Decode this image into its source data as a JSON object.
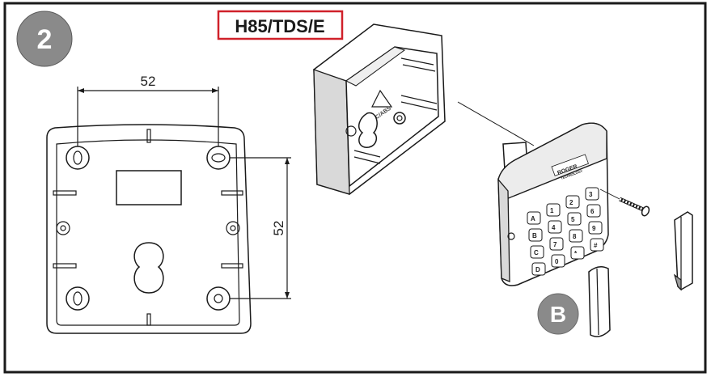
{
  "step": {
    "number": "2",
    "badge_color": "#8a8a8a"
  },
  "model": {
    "label": "H85/TDS/E",
    "border_color": "#d0212a"
  },
  "callout": {
    "letter": "B",
    "badge_color": "#8a8a8a"
  },
  "dimensions": {
    "horizontal": "52",
    "vertical": "52"
  },
  "keypad": {
    "brand": "ROGER",
    "brand_sub": "TECHNOLOGY",
    "keys": [
      "A",
      "1",
      "2",
      "3",
      "B",
      "4",
      "5",
      "6",
      "C",
      "7",
      "8",
      "9",
      "D",
      "0",
      "*",
      "#"
    ]
  },
  "box_marking": "PC/ABS",
  "colors": {
    "frame": "#1a1a1a",
    "badge": "#8a8a8a",
    "highlight_border": "#d0212a"
  },
  "icons": [
    "screw-icon",
    "clip-cover-icon",
    "side-clip-icon"
  ]
}
